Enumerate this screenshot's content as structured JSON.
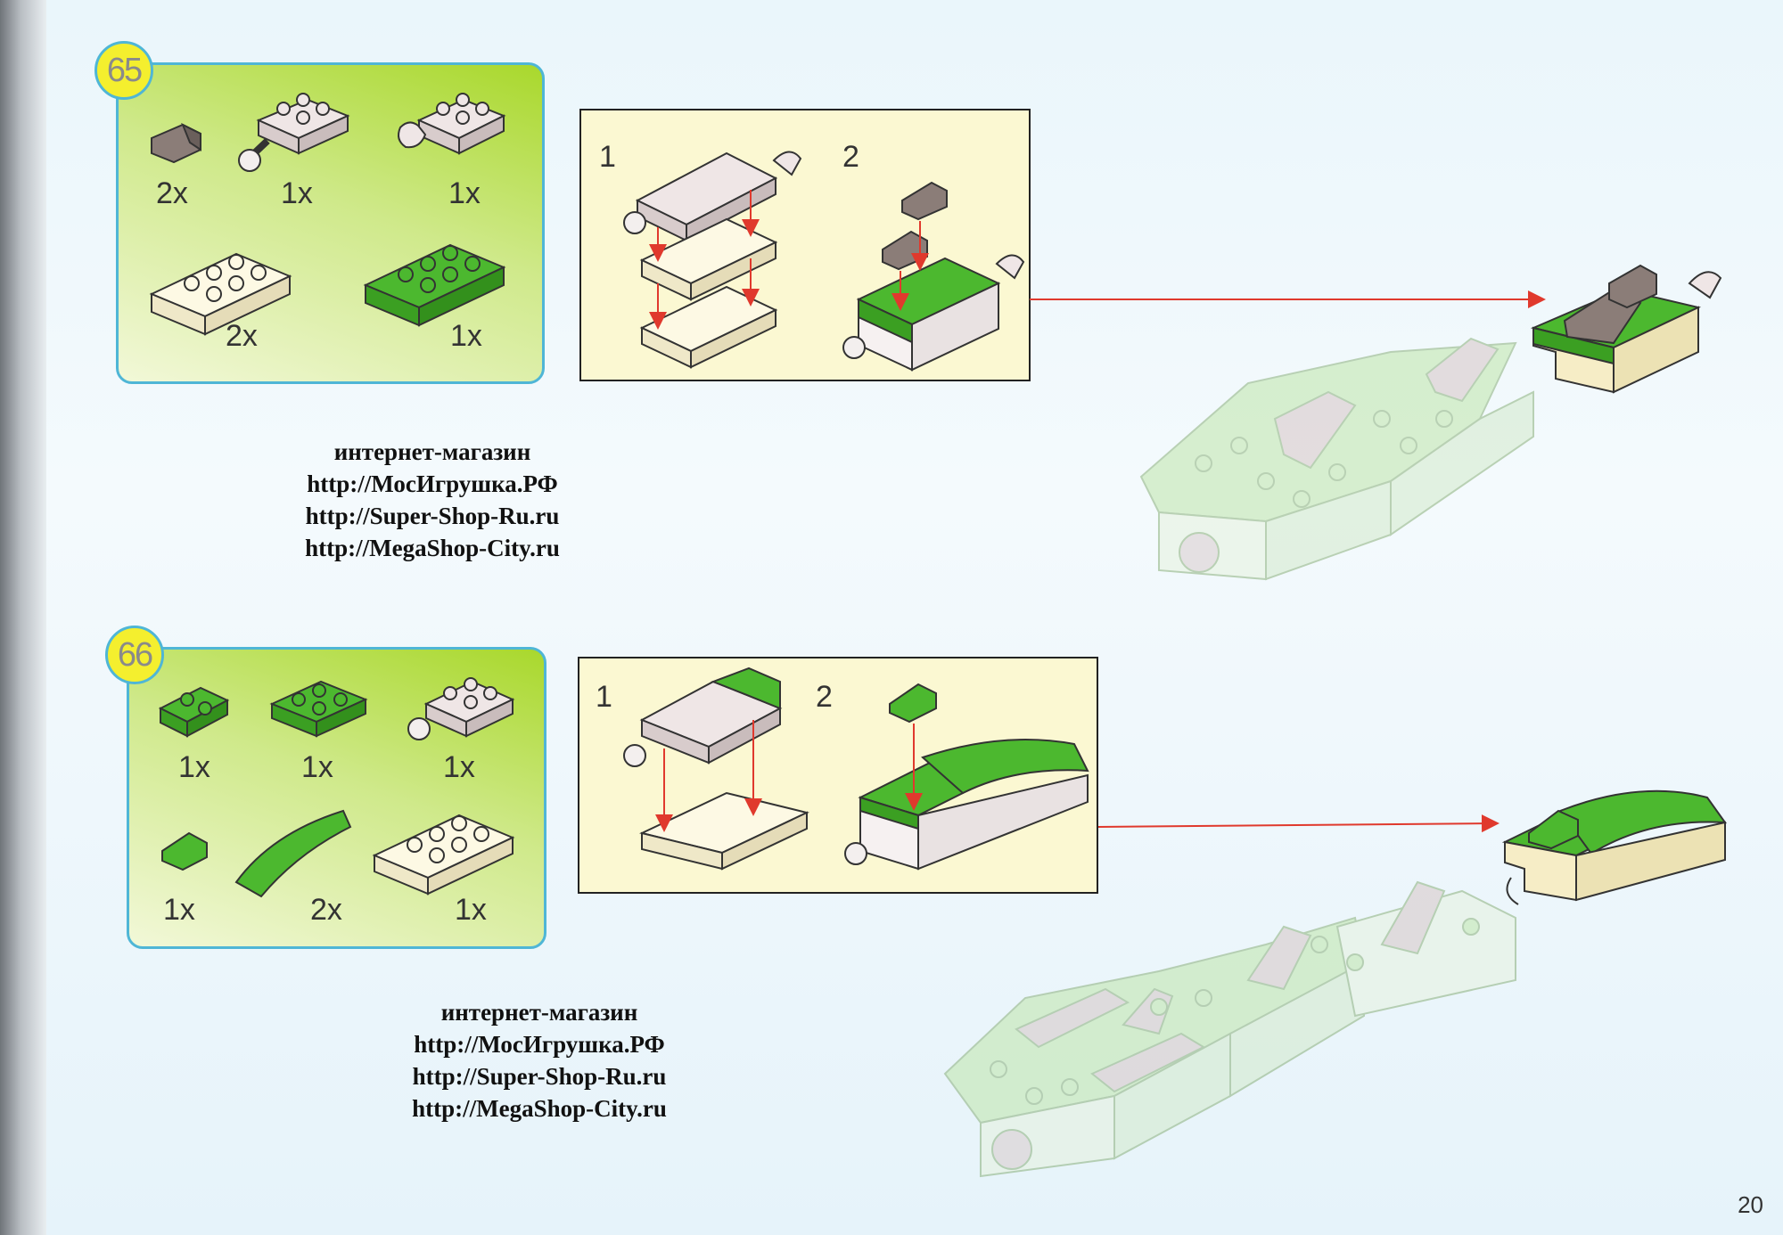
{
  "steps": [
    {
      "number": "65",
      "parts": [
        {
          "qty": "2x",
          "icon": "dark-gray-slope-icon"
        },
        {
          "qty": "1x",
          "icon": "light-gray-plate-ball-icon"
        },
        {
          "qty": "1x",
          "icon": "light-gray-plate-clip-icon"
        },
        {
          "qty": "2x",
          "icon": "cream-plate-2x4-icon"
        },
        {
          "qty": "1x",
          "icon": "green-plate-2x4-icon"
        }
      ],
      "substeps": [
        "1",
        "2"
      ]
    },
    {
      "number": "66",
      "parts": [
        {
          "qty": "1x",
          "icon": "green-plate-2x2-icon"
        },
        {
          "qty": "1x",
          "icon": "green-plate-2x3-icon"
        },
        {
          "qty": "1x",
          "icon": "light-gray-plate-ball-icon"
        },
        {
          "qty": "1x",
          "icon": "green-slope-icon"
        },
        {
          "qty": "2x",
          "icon": "green-curved-slope-icon"
        },
        {
          "qty": "1x",
          "icon": "cream-plate-2x4-icon"
        }
      ],
      "substeps": [
        "1",
        "2"
      ]
    }
  ],
  "shop_blocks": [
    {
      "lines": [
        "интернет-магазин",
        "http://МосИгрушка.РФ",
        "http://Super-Shop-Ru.ru",
        "http://MegaShop-City.ru"
      ]
    },
    {
      "lines": [
        "интернет-магазин",
        "http://МосИгрушка.РФ",
        "http://Super-Shop-Ru.ru",
        "http://MegaShop-City.ru"
      ]
    }
  ],
  "page_number": "20",
  "colors": {
    "green": "#4cb82f",
    "light_green": "#cfeabb",
    "cream": "#fbf6dc",
    "light_gray": "#e2d6d6",
    "dark_gray": "#8b7d78",
    "arrow": "#e0392d",
    "box_border": "#4fb6d6"
  }
}
